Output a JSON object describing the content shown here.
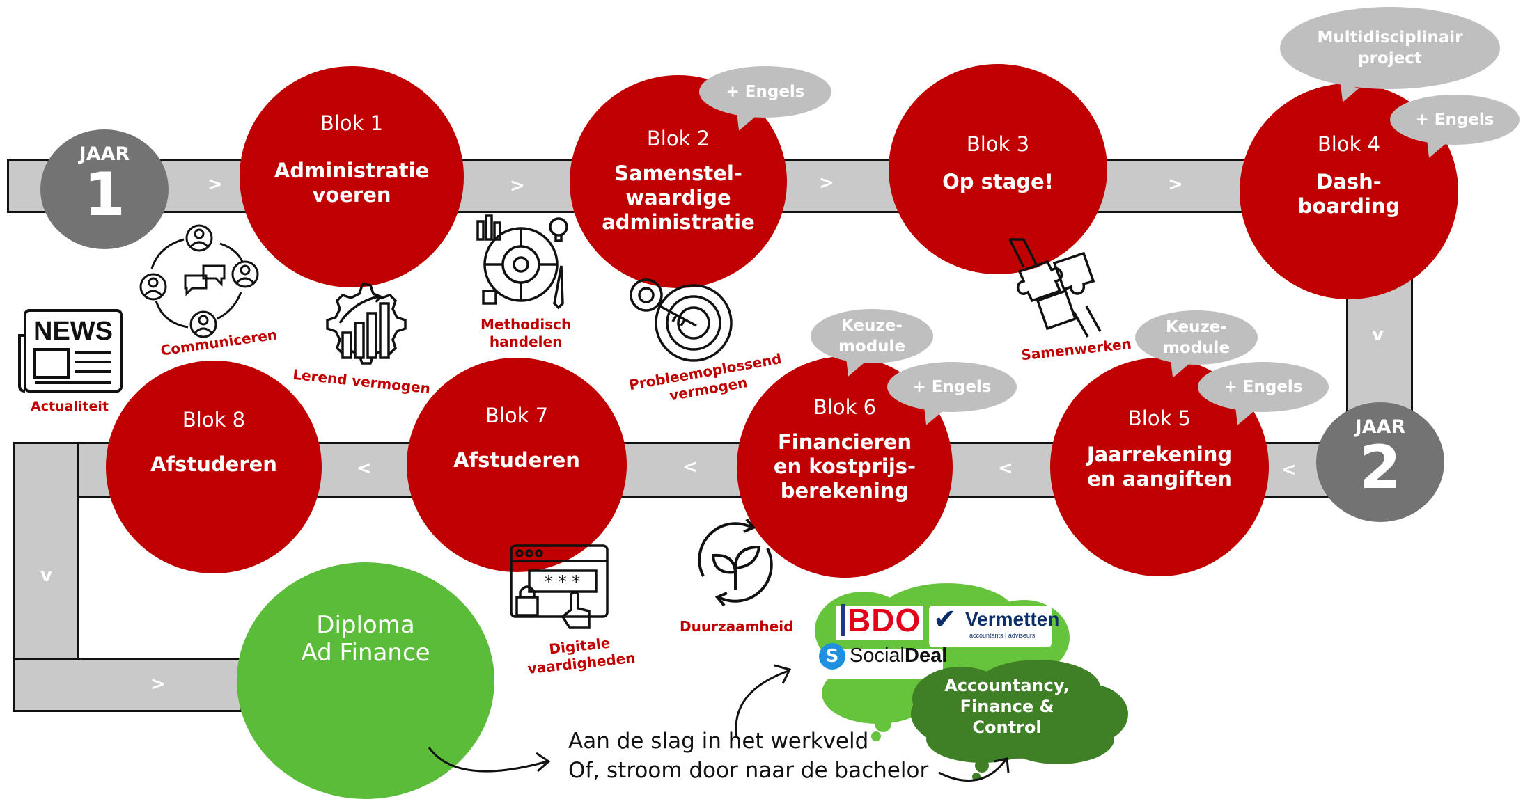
{
  "jaren": [
    {
      "label": "JAAR",
      "number": "1"
    },
    {
      "label": "JAAR",
      "number": "2"
    }
  ],
  "blokken": [
    {
      "name": "Blok 1",
      "title": "Administratie\nvoeren"
    },
    {
      "name": "Blok 2",
      "title": "Samenstel-\nwaardige\nadministratie"
    },
    {
      "name": "Blok 3",
      "title": "Op stage!"
    },
    {
      "name": "Blok 4",
      "title": "Dash-\nboarding"
    },
    {
      "name": "Blok 5",
      "title": "Jaarrekening\nen aangiften"
    },
    {
      "name": "Blok 6",
      "title": "Financieren\nen kostprijs-\nberekening"
    },
    {
      "name": "Blok 7",
      "title": "Afstuderen"
    },
    {
      "name": "Blok 8",
      "title": "Afstuderen"
    }
  ],
  "bubbles": {
    "engels": "+ Engels",
    "keuze": "Keuze-\nmodule",
    "multi": "Multidisciplinair\nproject"
  },
  "chevrons": {
    "right": ">",
    "left": "<",
    "down": "v"
  },
  "skills": {
    "communiceren": "Communiceren",
    "actualiteit": "Actualiteit",
    "lerend": "Lerend vermogen",
    "methodisch": "Methodisch\nhandelen",
    "probleem": "Probleemoplossend\nvermogen",
    "samenwerken": "Samenwerken",
    "duurzaamheid": "Duurzaamheid",
    "digitale": "Digitale\nvaardigheden"
  },
  "icon_text": {
    "news": "NEWS",
    "password": "* * *"
  },
  "diploma": {
    "title": "Diploma\nAd Finance"
  },
  "outcome": {
    "line1": "Aan de slag in het werkveld",
    "line2": "Of, stroom door naar de bachelor"
  },
  "logos": {
    "bdo": "BDO",
    "vermetten": "Vermetten",
    "vermetten_sub": "accountants | adviseurs",
    "social": "Social",
    "deal": "Deal",
    "socialdeal_icon": "S"
  },
  "bachelor_cloud": "Accountancy,\nFinance &\nControl",
  "colors": {
    "red": "#c00000",
    "grey": "#c9c9c9",
    "darkgrey": "#737373",
    "green": "#5bbc3a",
    "darkgreen": "#3f7f25"
  }
}
